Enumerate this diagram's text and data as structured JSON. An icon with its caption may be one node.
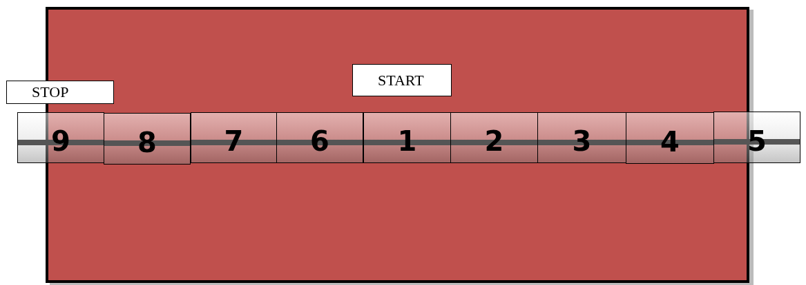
{
  "diagram": {
    "nodes": [
      {
        "text": [
          "STOP"
        ]
      },
      {
        "text": [
          "START"
        ]
      },
      {
        "text": [
          "9"
        ]
      },
      {
        "text": [
          "8"
        ]
      },
      {
        "text": [
          "7"
        ]
      },
      {
        "text": [
          "6"
        ]
      },
      {
        "text": [
          "1"
        ]
      },
      {
        "text": [
          "2"
        ]
      },
      {
        "text": [
          "3"
        ]
      },
      {
        "text": [
          "4"
        ]
      },
      {
        "text": [
          "5"
        ]
      }
    ]
  }
}
